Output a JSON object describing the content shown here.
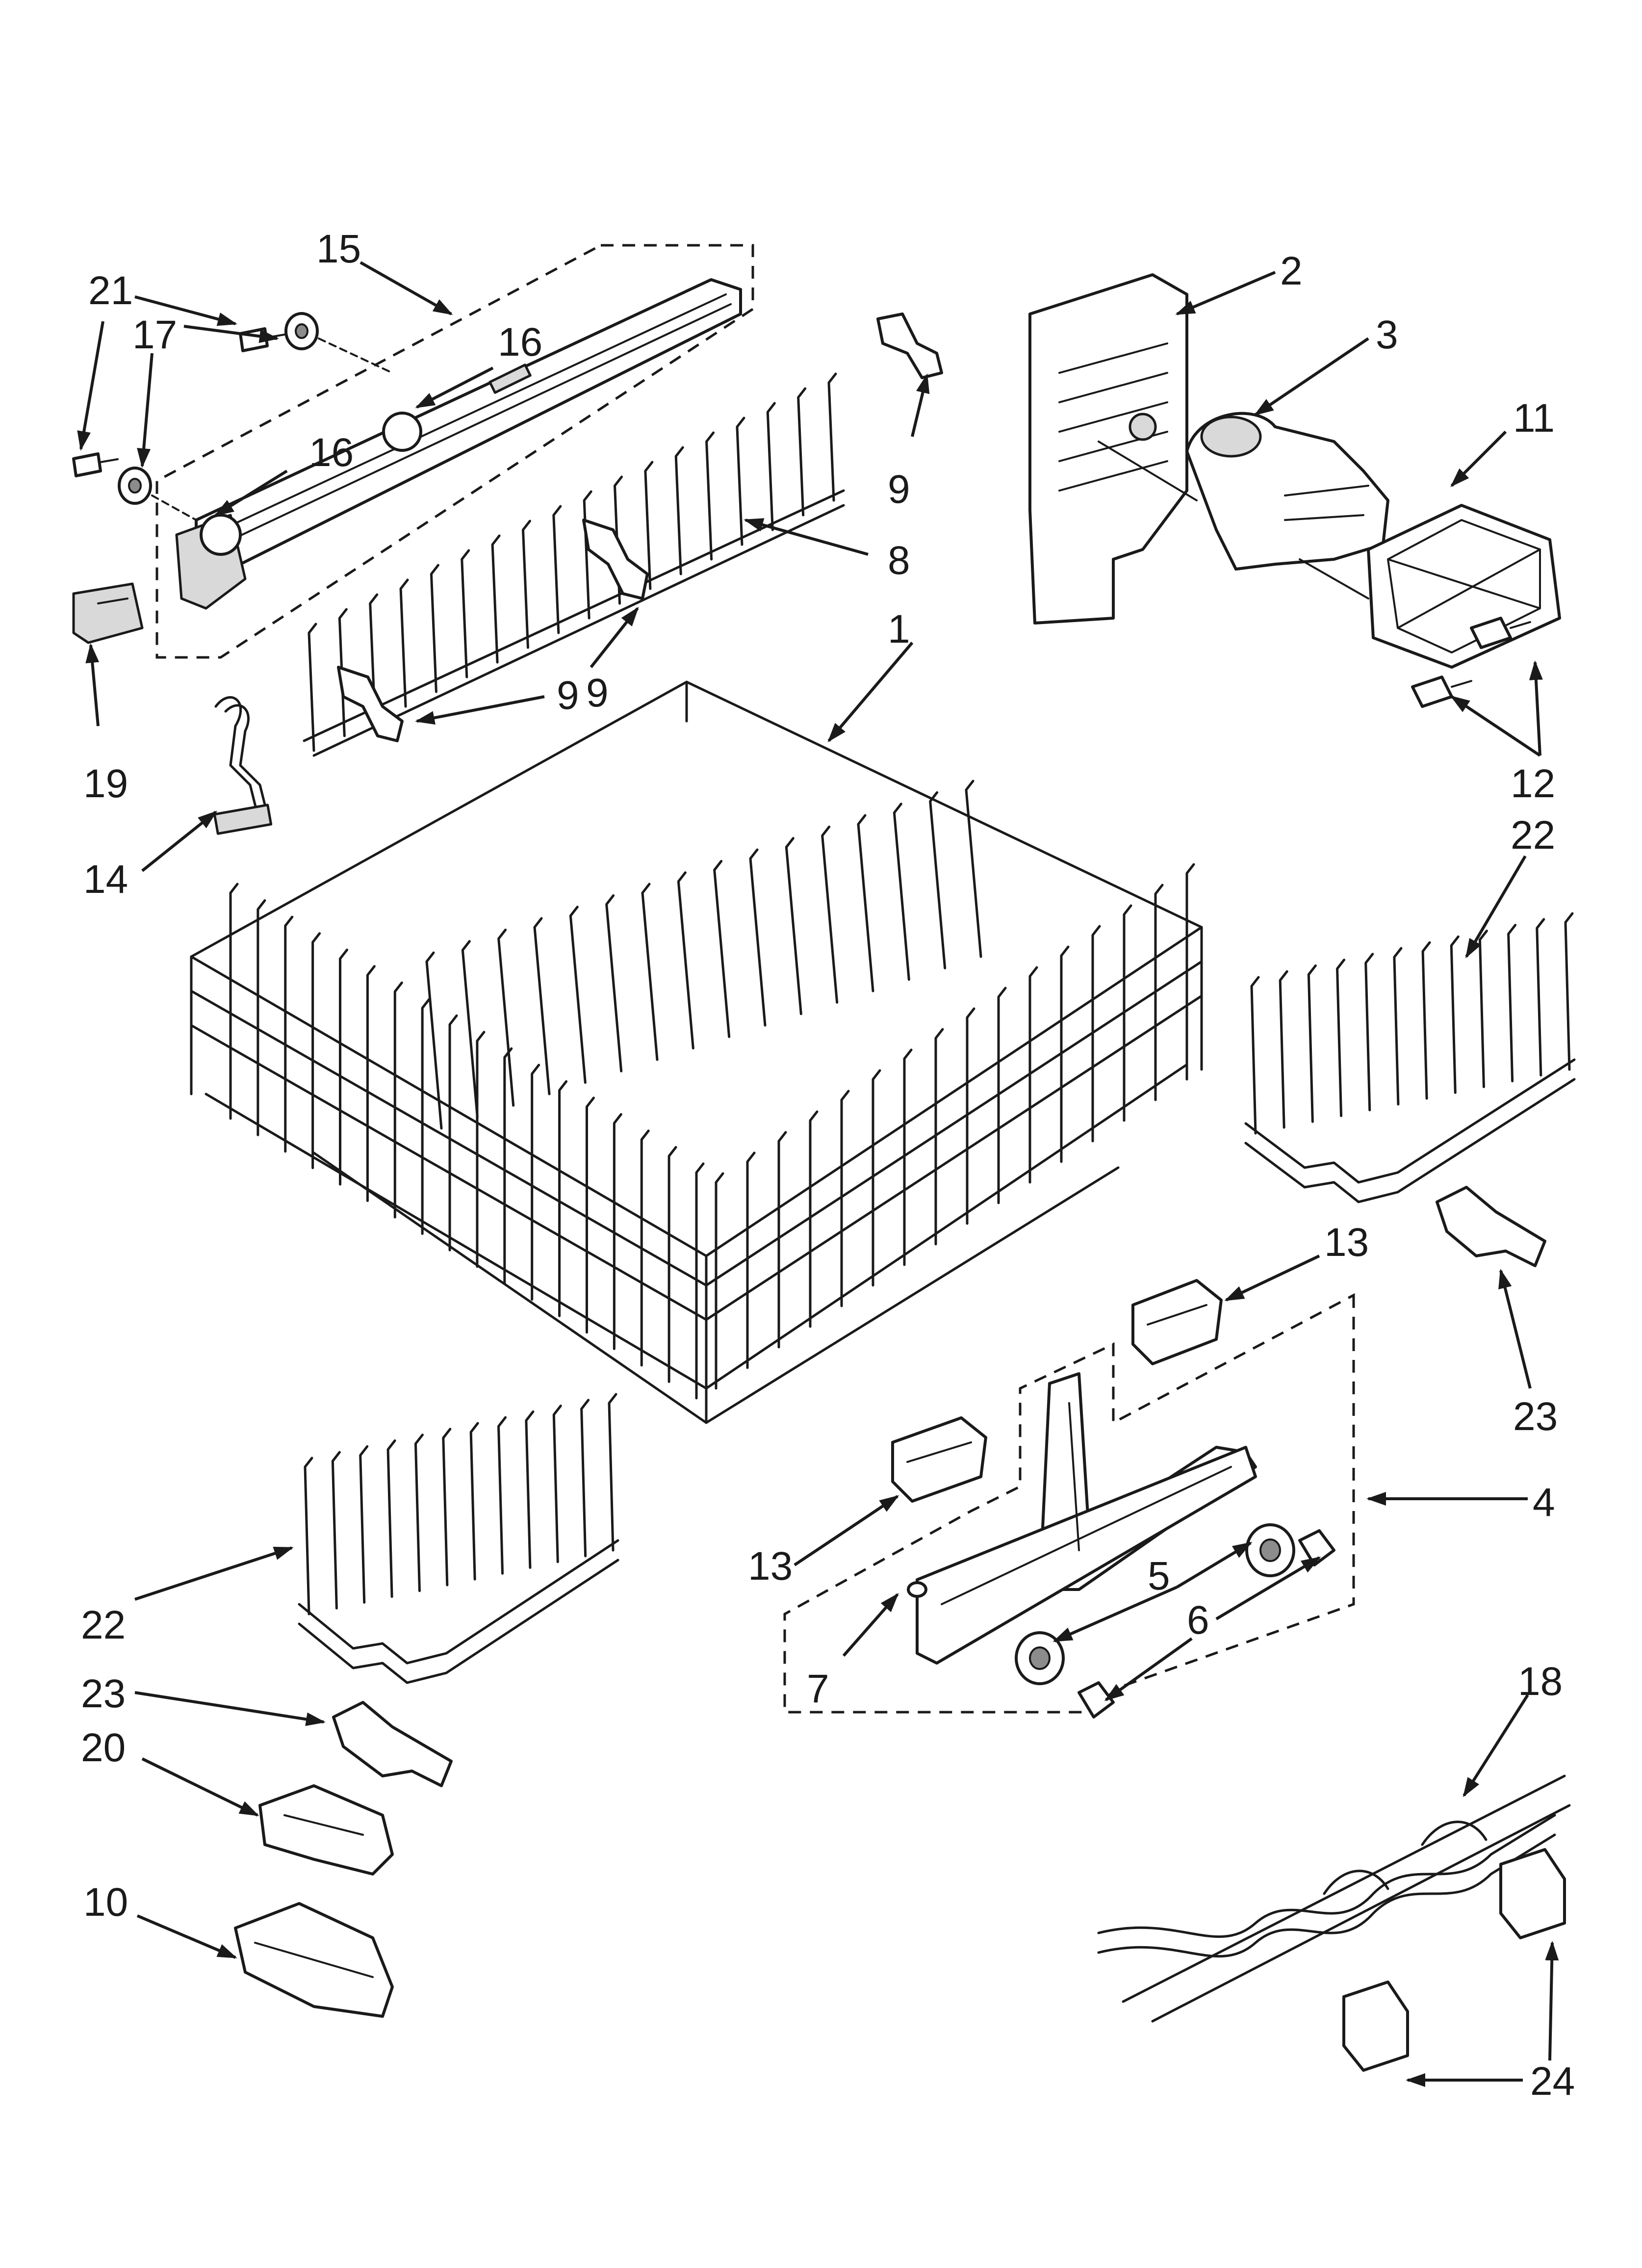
{
  "callouts": [
    {
      "id": "c1",
      "label": "1"
    },
    {
      "id": "c2",
      "label": "2"
    },
    {
      "id": "c3",
      "label": "3"
    },
    {
      "id": "c4",
      "label": "4"
    },
    {
      "id": "c5",
      "label": "5"
    },
    {
      "id": "c6",
      "label": "6"
    },
    {
      "id": "c7",
      "label": "7"
    },
    {
      "id": "c8",
      "label": "8"
    },
    {
      "id": "c9a",
      "label": "9"
    },
    {
      "id": "c9b",
      "label": "9"
    },
    {
      "id": "c9c",
      "label": "9"
    },
    {
      "id": "c10",
      "label": "10"
    },
    {
      "id": "c11",
      "label": "11"
    },
    {
      "id": "c12",
      "label": "12"
    },
    {
      "id": "c13a",
      "label": "13"
    },
    {
      "id": "c13b",
      "label": "13"
    },
    {
      "id": "c14",
      "label": "14"
    },
    {
      "id": "c15",
      "label": "15"
    },
    {
      "id": "c16a",
      "label": "16"
    },
    {
      "id": "c16b",
      "label": "16"
    },
    {
      "id": "c17",
      "label": "17"
    },
    {
      "id": "c18",
      "label": "18"
    },
    {
      "id": "c19",
      "label": "19"
    },
    {
      "id": "c20",
      "label": "20"
    },
    {
      "id": "c21",
      "label": "21"
    },
    {
      "id": "c22a",
      "label": "22"
    },
    {
      "id": "c22b",
      "label": "22"
    },
    {
      "id": "c23a",
      "label": "23"
    },
    {
      "id": "c23b",
      "label": "23"
    },
    {
      "id": "c24",
      "label": "24"
    }
  ]
}
